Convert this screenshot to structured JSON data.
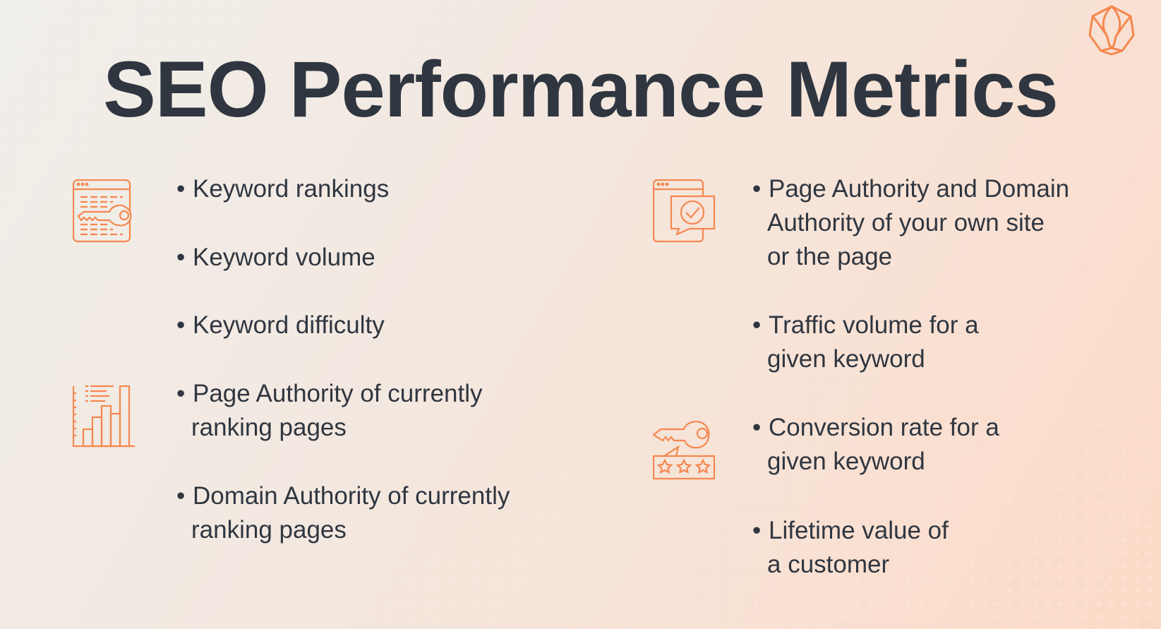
{
  "title": "SEO Performance Metrics",
  "colors": {
    "accent": "#f5874f",
    "text": "#2f3640"
  },
  "logo": {
    "name": "fox-head-logo"
  },
  "left_column": {
    "icons": [
      "key-document-icon",
      "bar-chart-icon"
    ],
    "items": [
      {
        "lines": [
          "Keyword rankings"
        ]
      },
      {
        "lines": [
          "Keyword volume"
        ]
      },
      {
        "lines": [
          "Keyword difficulty"
        ]
      },
      {
        "lines": [
          "Page Authority of currently",
          "ranking pages"
        ]
      },
      {
        "lines": [
          "Domain Authority of currently",
          "ranking pages"
        ]
      }
    ]
  },
  "right_column": {
    "icons": [
      "checkmark-document-icon",
      "key-rating-stars-icon"
    ],
    "items": [
      {
        "lines": [
          "Page Authority and Domain",
          "Authority of your own site",
          "or the page"
        ]
      },
      {
        "lines": [
          "Traffic volume for a",
          "given keyword"
        ]
      },
      {
        "lines": [
          "Conversion rate for a",
          "given keyword"
        ]
      },
      {
        "lines": [
          "Lifetime value of",
          "a customer"
        ]
      }
    ]
  },
  "bullet": "•"
}
